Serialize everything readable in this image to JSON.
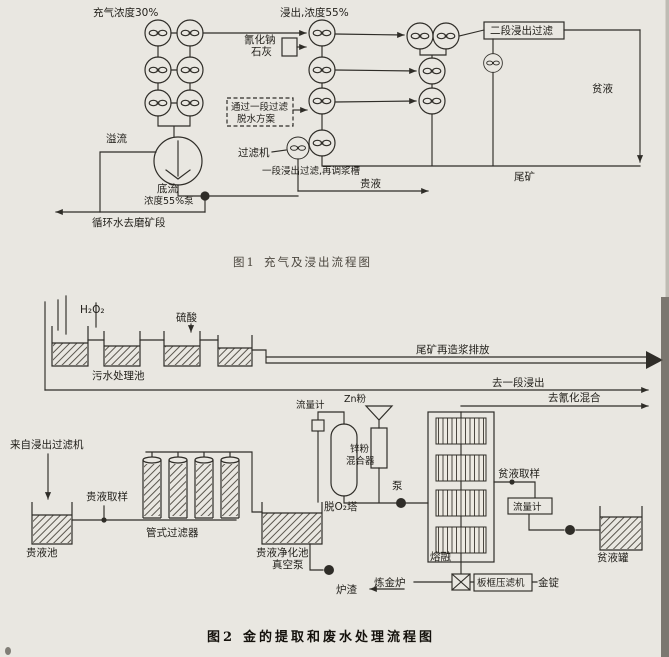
{
  "scan": {
    "paper_color": "#e9e7e1",
    "ink_color": "#2f2d28"
  },
  "figure1": {
    "caption_no": "图1",
    "caption": "充气及浸出流程图",
    "labels": {
      "aeration_conc": "充气浓度30%",
      "leach_conc": "浸出,浓度55%",
      "stage2_filter": "二段浸出过滤",
      "sodium_cyanide": "氰化钠",
      "lime": "石灰",
      "dewater_line1": "通过一段过滤",
      "dewater_line2": "脱水方案",
      "filter_machine": "过滤机",
      "overflow": "溢流",
      "underflow": "底流",
      "underflow_pump": "浓度55%泵",
      "stage1_note": "一段浸出过滤,再调浆槽",
      "pregnant": "贵液",
      "barren": "贫液",
      "tailings": "尾矿",
      "recycle_water": "循环水去磨矿段"
    }
  },
  "figure2": {
    "caption_no": "图2",
    "caption": "金的提取和废水处理流程图",
    "labels": {
      "h2o2": "H₂O₂",
      "sulfuric_acid": "硫酸",
      "sewage_pool": "污水处理池",
      "tailings_repulp": "尾矿再造浆排放",
      "to_stage1": "去一段浸出",
      "to_cyanide": "去氰化混合",
      "flow_meter1": "流量计",
      "zn_powder": "Zn粉",
      "zinc_mixer_l1": "锌粉",
      "zinc_mixer_l2": "混合器",
      "pump": "泵",
      "deox_tower": "脱O₂塔",
      "from_filter": "来自浸出过滤机",
      "pregnant_sample": "贵液取样",
      "pregnant_pool": "贵液池",
      "tube_filter": "管式过滤器",
      "purify_pool": "贵液净化池",
      "vacuum_pump": "真空泵",
      "barren_sample": "贫液取样",
      "flow_meter2": "流量计",
      "barren_tank": "贫液罐",
      "melting": "熔融",
      "gold_furnace": "炼金炉",
      "slag": "炉渣",
      "plate_press": "板框压滤机",
      "gold_ingot": "金锭"
    }
  }
}
